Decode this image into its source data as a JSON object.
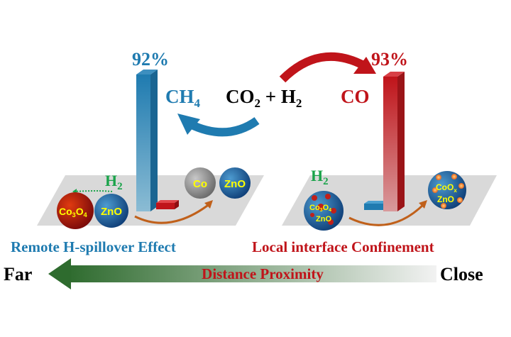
{
  "left": {
    "percent": "92%",
    "product": "CH",
    "product_sub": "4",
    "h2": "H",
    "h2_sub": "2",
    "spheres": {
      "co3o4": "Co",
      "co3o4_sub1": "3",
      "co3o4_mid": "O",
      "co3o4_sub2": "4",
      "zno": "ZnO",
      "co": "Co",
      "zno2": "ZnO"
    },
    "caption": "Remote H-spillover Effect",
    "selectivity_percent": 92
  },
  "center": {
    "reactant1": "CO",
    "reactant1_sub": "2",
    "plus": " + H",
    "reactant2_sub": "2"
  },
  "right": {
    "percent": "93%",
    "product": "CO",
    "h2": "H",
    "h2_sub": "2",
    "spheres": {
      "co3o4": "Co",
      "co3o4_sub1": "3",
      "co3o4_mid": "O",
      "co3o4_sub2": "4",
      "zno": "ZnO",
      "coox": "CoO",
      "coox_sub": "x",
      "zno2": "ZnO"
    },
    "caption": "Local interface Confinement",
    "selectivity_percent": 93
  },
  "bottom": {
    "far": "Far",
    "label": "Distance Proximity",
    "close": "Close"
  },
  "colors": {
    "blue": "#1f7bb0",
    "red": "#c0141a",
    "green": "#1aa34a",
    "yellow": "#ffff00"
  }
}
